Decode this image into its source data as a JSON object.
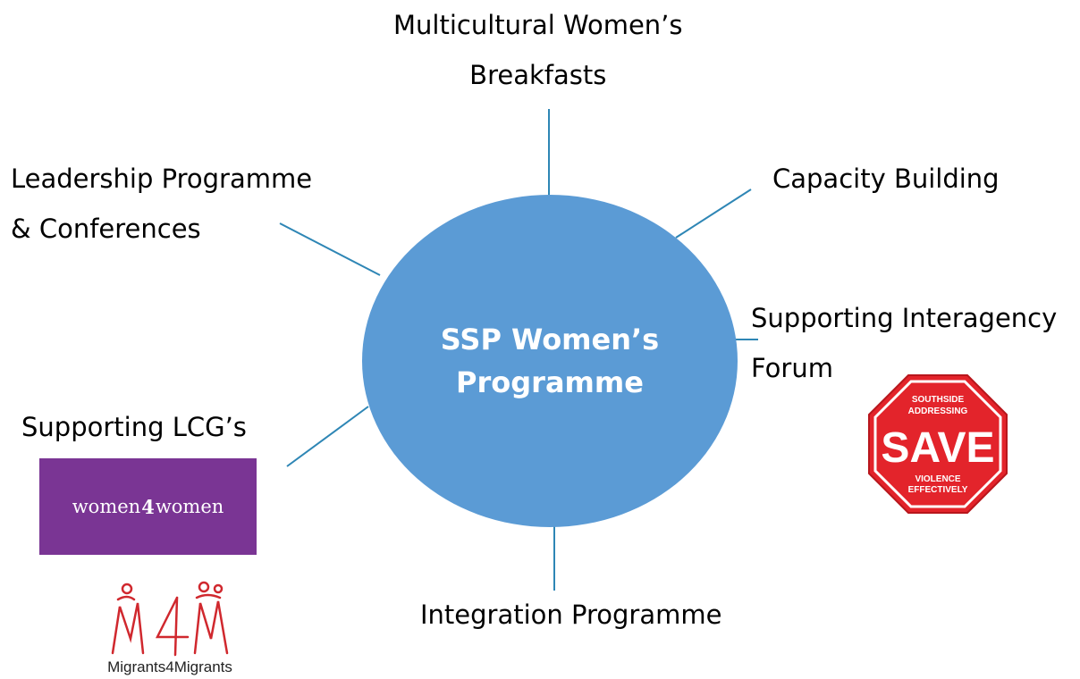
{
  "center": {
    "lines": [
      "SSP Women’s",
      "Programme"
    ]
  },
  "nodes": {
    "breakfasts": {
      "lines": [
        "Multicultural Women’s",
        "Breakfasts"
      ]
    },
    "capacity": {
      "lines": [
        "Capacity Building"
      ]
    },
    "leadership": {
      "lines": [
        "Leadership Programme",
        "& Conferences"
      ]
    },
    "interagency": {
      "lines": [
        "Supporting Interagency",
        "Forum"
      ]
    },
    "lcg": {
      "lines": [
        "Supporting LCG’s"
      ]
    },
    "integration": {
      "lines": [
        "Integration Programme"
      ]
    }
  },
  "logos": {
    "women4women": {
      "left": "women",
      "mid": "4",
      "right": "women",
      "color": "#7a3594"
    },
    "migrants4migrants": {
      "mark": "M4M",
      "name": "Migrants4Migrants",
      "color": "#d0282e"
    },
    "save": {
      "top_lines": [
        "SOUTHSIDE",
        "ADDRESSING"
      ],
      "main": "SAVE",
      "bottom_lines": [
        "VIOLENCE",
        "EFFECTIVELY"
      ],
      "color": "#e3242b"
    }
  },
  "colors": {
    "ellipse": "#5b9bd5",
    "connector": "#2e86b5"
  }
}
